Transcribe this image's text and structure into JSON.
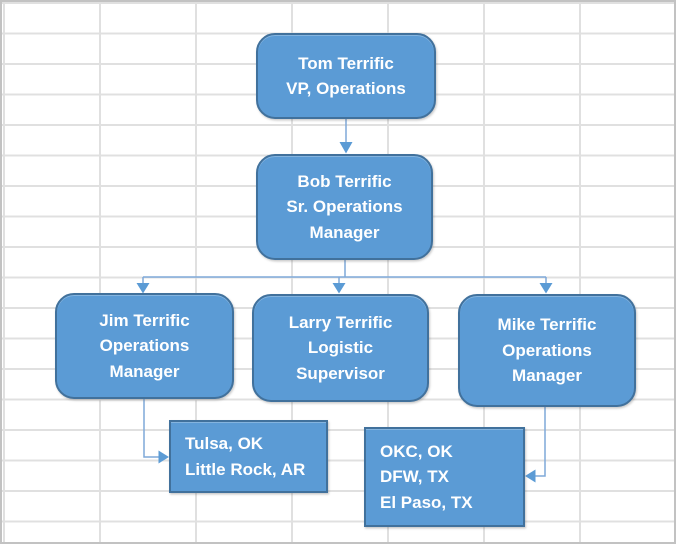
{
  "theme": {
    "shape_fill": "#5B9BD5",
    "shape_border": "#41719C",
    "text_color": "#FFFFFF",
    "connector_color": "#5B9BD5",
    "connector_line_color": "#7FA9D9",
    "gridline_color": "#E0E0E0",
    "sheet_border_color": "#C2C2C2",
    "background": "#FFFFFF"
  },
  "org_chart": {
    "tom": {
      "line1": "Tom Terrific",
      "line2": "VP, Operations"
    },
    "bob": {
      "line1": "Bob Terrific",
      "line2": "Sr. Operations",
      "line3": "Manager"
    },
    "jim": {
      "line1": "Jim Terrific",
      "line2": "Operations",
      "line3": "Manager"
    },
    "larry": {
      "line1": "Larry Terrific",
      "line2": "Logistic",
      "line3": "Supervisor"
    },
    "mike": {
      "line1": "Mike Terrific",
      "line2": "Operations",
      "line3": "Manager"
    }
  },
  "locations": {
    "tulsa": {
      "line1": "Tulsa, OK",
      "line2": "Little Rock, AR"
    },
    "okc": {
      "line1": "OKC, OK",
      "line2": "DFW, TX",
      "line3": "El Paso, TX"
    }
  }
}
